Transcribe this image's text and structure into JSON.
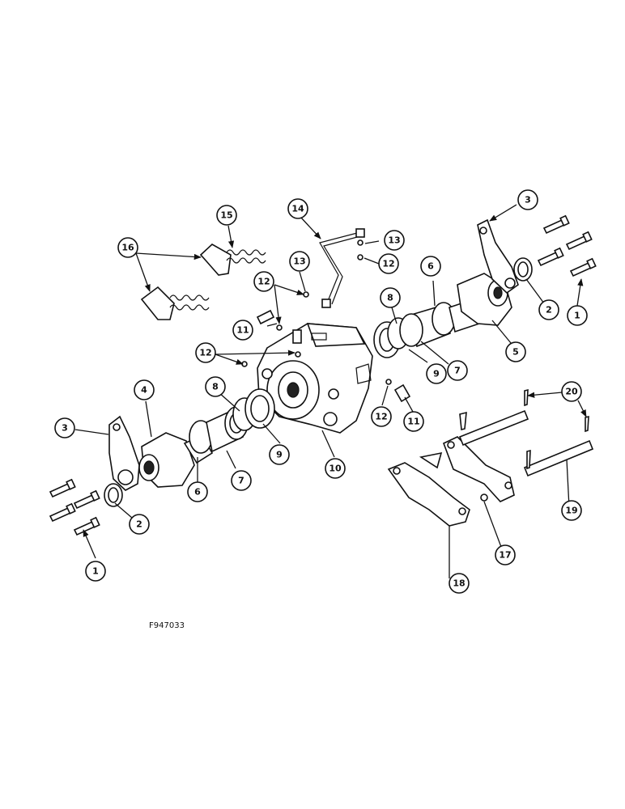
{
  "figure_id": "F947033",
  "callouts": [
    "1",
    "1",
    "2",
    "2",
    "3",
    "3",
    "4",
    "5",
    "6",
    "6",
    "7",
    "7",
    "8",
    "8",
    "9",
    "9",
    "10",
    "11",
    "11",
    "12",
    "12",
    "12",
    "12",
    "13",
    "13",
    "14",
    "15",
    "16",
    "17",
    "18",
    "19",
    "20"
  ]
}
